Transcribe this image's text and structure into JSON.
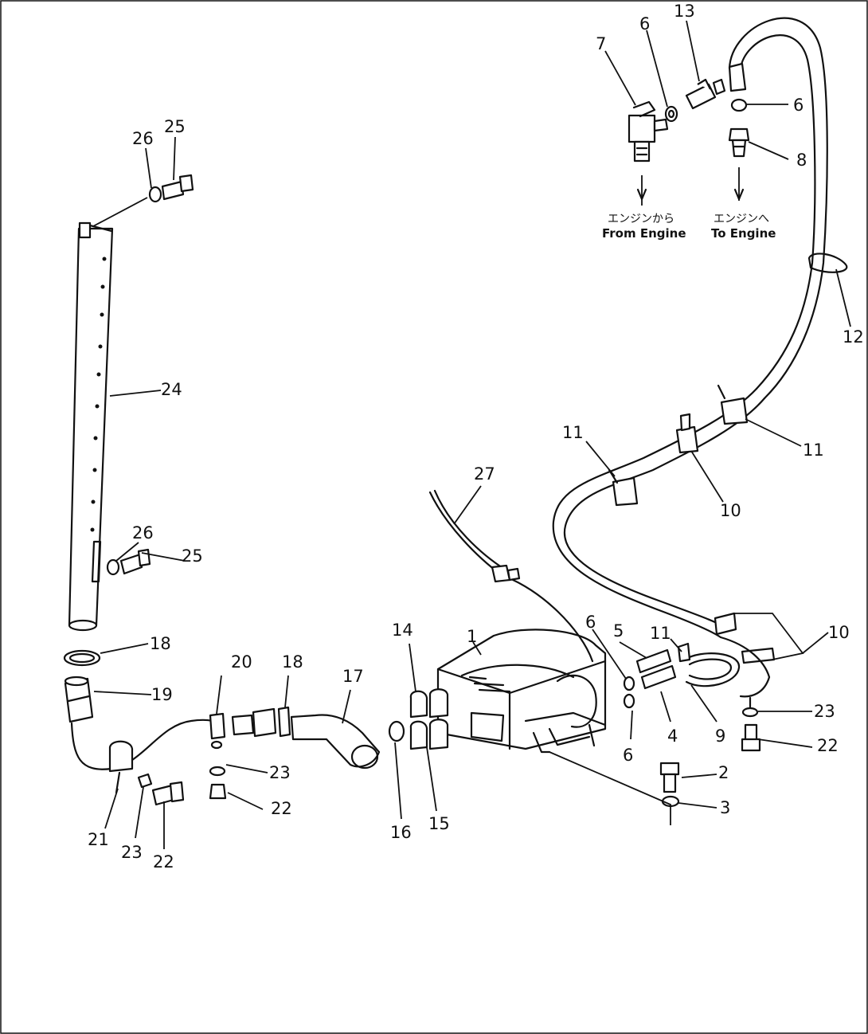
{
  "callouts": [
    {
      "id": "c13",
      "text": "13"
    },
    {
      "id": "c6a",
      "text": "6"
    },
    {
      "id": "c7",
      "text": "7"
    },
    {
      "id": "c6b",
      "text": "6"
    },
    {
      "id": "c8",
      "text": "8"
    },
    {
      "id": "c12",
      "text": "12"
    },
    {
      "id": "c26a",
      "text": "26"
    },
    {
      "id": "c25a",
      "text": "25"
    },
    {
      "id": "c24",
      "text": "24"
    },
    {
      "id": "c11a",
      "text": "11"
    },
    {
      "id": "c11b",
      "text": "11"
    },
    {
      "id": "c10a",
      "text": "10"
    },
    {
      "id": "c27",
      "text": "27"
    },
    {
      "id": "c26b",
      "text": "26"
    },
    {
      "id": "c25b",
      "text": "25"
    },
    {
      "id": "c1",
      "text": "1"
    },
    {
      "id": "c5",
      "text": "5"
    },
    {
      "id": "c11c",
      "text": "11"
    },
    {
      "id": "c10b",
      "text": "10"
    },
    {
      "id": "c6c",
      "text": "6"
    },
    {
      "id": "c14",
      "text": "14"
    },
    {
      "id": "c18a",
      "text": "18"
    },
    {
      "id": "c20",
      "text": "20"
    },
    {
      "id": "c18b",
      "text": "18"
    },
    {
      "id": "c17",
      "text": "17"
    },
    {
      "id": "c19",
      "text": "19"
    },
    {
      "id": "c23a",
      "text": "23"
    },
    {
      "id": "c6d",
      "text": "6"
    },
    {
      "id": "c4",
      "text": "4"
    },
    {
      "id": "c9",
      "text": "9"
    },
    {
      "id": "c22a",
      "text": "22"
    },
    {
      "id": "c23b",
      "text": "23"
    },
    {
      "id": "c2",
      "text": "2"
    },
    {
      "id": "c22b",
      "text": "22"
    },
    {
      "id": "c3",
      "text": "3"
    },
    {
      "id": "c15",
      "text": "15"
    },
    {
      "id": "c16",
      "text": "16"
    },
    {
      "id": "c21",
      "text": "21"
    },
    {
      "id": "c23c",
      "text": "23"
    },
    {
      "id": "c22c",
      "text": "22"
    }
  ],
  "notes": {
    "from_engine_jp": "エンジンから",
    "from_engine_en": "From Engine",
    "to_engine_jp": "エンジンへ",
    "to_engine_en": "To Engine"
  }
}
